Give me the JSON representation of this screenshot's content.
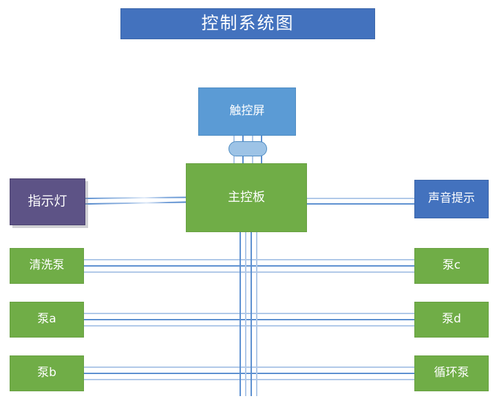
{
  "diagram": {
    "title": "控制系统图",
    "title_color": "#4372BE",
    "accent_green": "#70AD47",
    "accent_blue": "#5B9BD5",
    "accent_purple": "#5D5386",
    "wire_color": "#5B8FD0",
    "nodes": {
      "touchscreen": "触控屏",
      "mainboard": "主控板",
      "indicator": "指示灯",
      "sound": "声音提示",
      "left_pumps": [
        "清洗泵",
        "泵a",
        "泵b"
      ],
      "right_pumps": [
        "泵c",
        "泵d",
        "循环泵"
      ]
    },
    "connector": {
      "name": "cable-bundle-connector",
      "wire_count": 4
    },
    "bus": {
      "vertical_line_count": 4,
      "pump_wire_count_per_node": 3,
      "indicator_wire_count": 2,
      "sound_wire_count": 2
    }
  }
}
